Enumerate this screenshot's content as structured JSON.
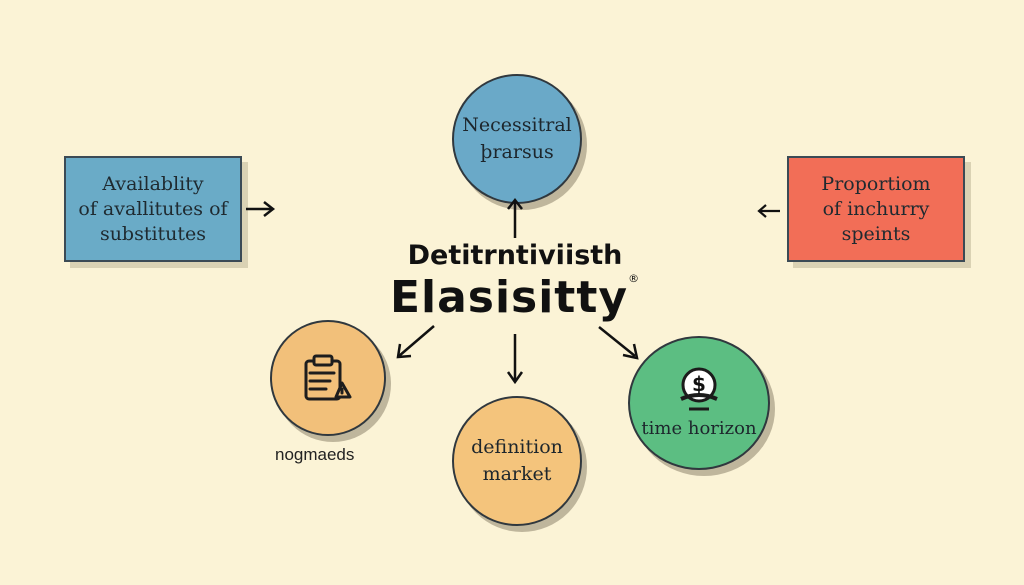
{
  "title": {
    "line1": "Detitrntiviisth",
    "line2": "Elasisitty",
    "mark": "®"
  },
  "nodes": {
    "availability": {
      "line1": "Availablity",
      "line2": "of avallitutes of",
      "line3": "substitutes",
      "color": "#6aabc7"
    },
    "necessity": {
      "line1": "Necessitral",
      "line2": "þrarsus",
      "color": "#6aa9c8"
    },
    "proportion": {
      "line1": "Proportiom",
      "line2": "of inchurry",
      "line3": "speints",
      "color": "#f26e57"
    },
    "nogmaeds": {
      "caption": "nogmaeds",
      "icon": "clipboard-icon",
      "color": "#f2c07a"
    },
    "definition": {
      "line1": "definition",
      "line2": "market",
      "color": "#f4c47c"
    },
    "time_horizon": {
      "label": "time horizon",
      "icon": "dollar-scale-icon",
      "symbol": "$",
      "color": "#5cbe82"
    }
  }
}
